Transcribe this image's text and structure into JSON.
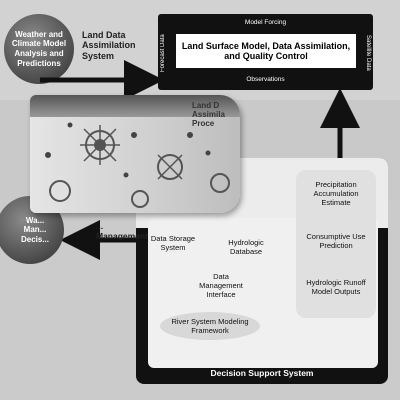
{
  "left_top_circle": "Weather and Climate Model Analysis and Predictions",
  "lda_label": "Land Data Assimilation System",
  "model_box": {
    "top": "Model Forcing",
    "center": "Land Surface Model, Data Assimilation, and Quality Control",
    "bottom": "Observations",
    "left_vertical": "Forecast Data",
    "right_vertical": "Satellite Data"
  },
  "left_bottom_circle": "Wa... Man... Decis...",
  "mgmt_label": "... Management",
  "nodes": {
    "data_storage": "Data Storage System",
    "hydro_db": "Hydrologic Database",
    "data_mgmt": "Data Management Interface",
    "river": "River System Modeling Framework",
    "precip": "Precipitation Accumulation Estimate",
    "consumptive": "Consumptive Use Prediction",
    "runoff": "Hydrologic Runoff Model Outputs"
  },
  "dss_footer": "Decision Support System",
  "cup_text": [
    "Land D",
    "Assimila",
    "Proce"
  ],
  "colors": {
    "dark": "#111111",
    "panel": "#e4e4e4",
    "page": "#c9c9c9"
  }
}
